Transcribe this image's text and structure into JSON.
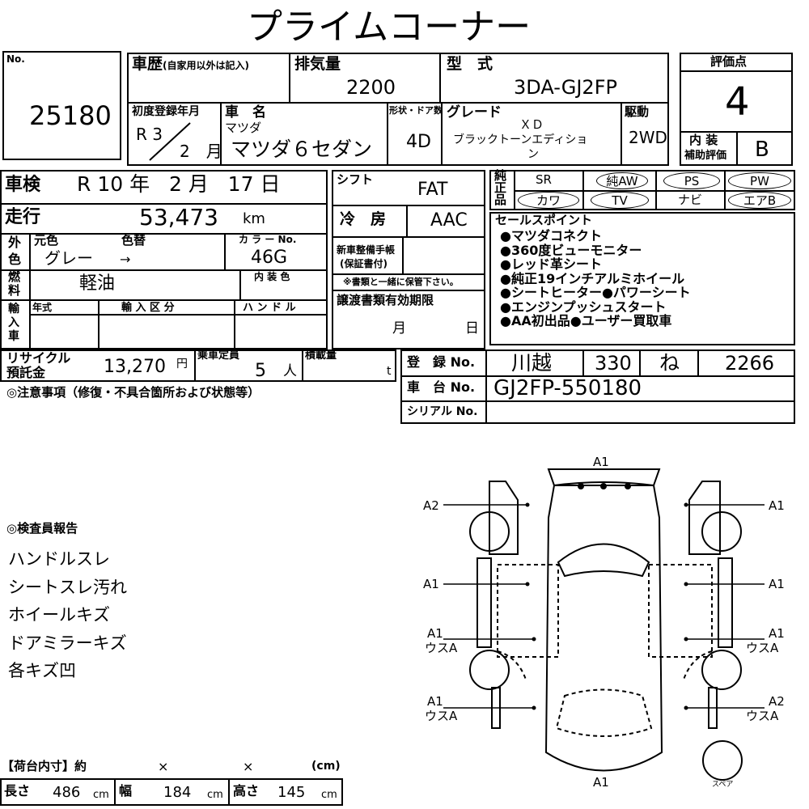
{
  "title": "プライムコーナー",
  "lot": {
    "no_label": "No.",
    "number": "25180"
  },
  "history": {
    "label": "車歴",
    "note": "(自家用以外は記入)"
  },
  "displacement": {
    "label": "排気量",
    "value": "2200"
  },
  "model": {
    "label": "型　式",
    "value": "3DA-GJ2FP"
  },
  "score": {
    "label": "評価点",
    "value": "4",
    "interior_label_1": "内 装",
    "interior_label_2": "補助評価",
    "interior_value": "B"
  },
  "first_reg": {
    "label": "初度登録年月",
    "era_year": "R 3",
    "month": "2",
    "month_unit": "月"
  },
  "car_name": {
    "label": "車　名",
    "maker": "マツダ",
    "value": "マツダ６セダン"
  },
  "doors": {
    "label": "形状・ドア数",
    "value": "4D"
  },
  "grade": {
    "label": "グレード",
    "value_line1": "ＸＤ",
    "value_line2": "ブラックトーンエディショ",
    "value_line3": "ン"
  },
  "drive": {
    "label": "駆動",
    "value": "2WD"
  },
  "inspection": {
    "label": "車検",
    "era": "R",
    "year": "10",
    "year_unit": "年",
    "month": "2",
    "month_unit": "月",
    "day": "17",
    "day_unit": "日"
  },
  "mileage": {
    "label": "走行",
    "value": "53,473",
    "unit": "km"
  },
  "exterior": {
    "label_1": "外",
    "label_2": "色",
    "orig_label": "元色",
    "repaint_label": "色替",
    "orig_value": "グレー",
    "repaint_value": "→",
    "color_no_label": "カ ラ ー No.",
    "color_no": "46G"
  },
  "fuel": {
    "label_1": "燃",
    "label_2": "料",
    "value": "軽油",
    "interior_color_label": "内 装 色"
  },
  "import": {
    "label_1": "輸",
    "label_2": "入",
    "label_3": "車",
    "year_label": "年式",
    "class_label": "輸 入 区 分",
    "handle_label": "ハ ン ド ル"
  },
  "shift": {
    "label": "シフト",
    "value": "FAT"
  },
  "ac": {
    "label": "冷　房",
    "value": "AAC"
  },
  "new_car_manual": {
    "label_1": "新車整備手帳",
    "label_2": "(保証書付)",
    "note": "※書類と一緒に保管下さい。"
  },
  "transfer": {
    "label": "譲渡書類有効期限",
    "month_unit": "月",
    "day_unit": "日"
  },
  "equipment": {
    "label_1": "純",
    "label_2": "正",
    "label_3": "品",
    "row1": [
      {
        "text": "SR",
        "circled": false
      },
      {
        "text": "純AW",
        "circled": true
      },
      {
        "text": "PS",
        "circled": true
      },
      {
        "text": "PW",
        "circled": true
      }
    ],
    "row2": [
      {
        "text": "カワ",
        "circled": true
      },
      {
        "text": "TV",
        "circled": true
      },
      {
        "text": "ナビ",
        "circled": false
      },
      {
        "text": "エアB",
        "circled": true
      }
    ]
  },
  "sales_points": {
    "label": "セールスポイント",
    "lines": [
      "●マツダコネクト",
      "●360度ビューモニター",
      "●レッド革シート",
      "●純正19インチアルミホイール",
      "●シートヒーター●パワーシート",
      "●エンジンプッシュスタート",
      "●AA初出品●ユーザー買取車"
    ]
  },
  "recycle": {
    "label_1": "リサイクル",
    "label_2": "預託金",
    "value": "13,270",
    "unit": "円"
  },
  "capacity": {
    "label": "乗車定員",
    "value": "5",
    "unit": "人"
  },
  "load": {
    "label": "積載量",
    "unit": "t"
  },
  "notes_label": "◎注意事項（修復・不具合箇所および状態等）",
  "registration": {
    "label": "登　録 No.",
    "place": "川越",
    "class": "330",
    "kana": "ね",
    "number": "2266"
  },
  "chassis": {
    "label": "車　台 No.",
    "value": "GJ2FP-550180"
  },
  "serial": {
    "label": "シリアル No."
  },
  "inspector": {
    "label": "◎検査員報告",
    "lines": [
      "ハンドルスレ",
      "シートスレ汚れ",
      "ホイールキズ",
      "ドアミラーキズ",
      "各キズ凹"
    ]
  },
  "cargo": {
    "header": "【荷台内寸】約",
    "x1": "×",
    "x2": "×",
    "unit_paren": "(cm)",
    "length_label": "長さ",
    "length": "486",
    "width_label": "幅",
    "width": "184",
    "height_label": "高さ",
    "height": "145",
    "cm": "cm"
  },
  "damage": {
    "front": "A1",
    "rear": "A1",
    "left_front": "A2",
    "right_front": "A1",
    "left_front_door": "A1",
    "right_front_door": "A1",
    "left_rear_door": "A1",
    "left_rear_door_2": "ウスA",
    "right_rear_door": "A1",
    "right_rear_door_2": "ウスA",
    "left_rear": "A1",
    "left_rear_2": "ウスA",
    "right_rear": "A2",
    "right_rear_2": "ウスA",
    "spare": "スペア"
  }
}
